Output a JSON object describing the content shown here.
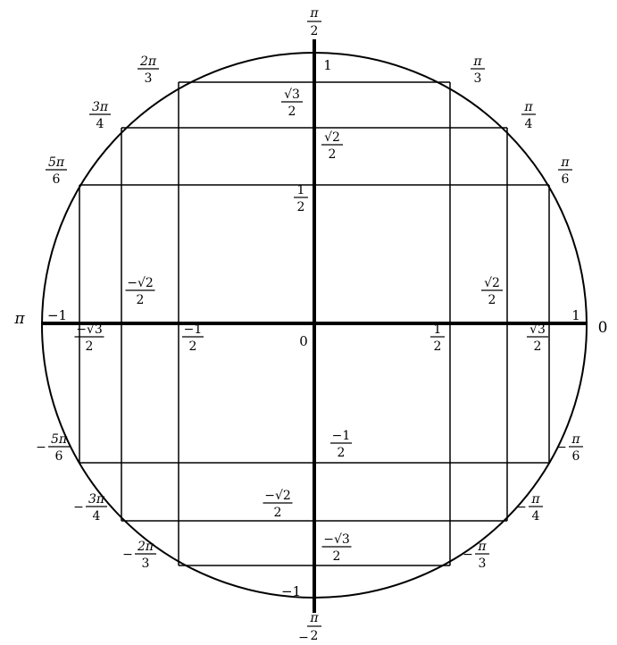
{
  "axis": {
    "top": "π/2",
    "bottom": "−π/2",
    "left": "π",
    "right": "0",
    "x_neg_one": "−1",
    "x_pos_one": "1",
    "y_pos_one": "1",
    "y_neg_one": "−1",
    "origin": "0"
  },
  "angles": [
    {
      "id": "pi-3",
      "num": "π",
      "den": "3",
      "neg": ""
    },
    {
      "id": "pi-4",
      "num": "π",
      "den": "4",
      "neg": ""
    },
    {
      "id": "pi-6",
      "num": "π",
      "den": "6",
      "neg": ""
    },
    {
      "id": "2pi-3",
      "num": "2π",
      "den": "3",
      "neg": ""
    },
    {
      "id": "3pi-4",
      "num": "3π",
      "den": "4",
      "neg": ""
    },
    {
      "id": "5pi-6",
      "num": "5π",
      "den": "6",
      "neg": ""
    },
    {
      "id": "-pi-6",
      "num": "π",
      "den": "6",
      "neg": "−"
    },
    {
      "id": "-pi-4",
      "num": "π",
      "den": "4",
      "neg": "−"
    },
    {
      "id": "-pi-3",
      "num": "π",
      "den": "3",
      "neg": "−"
    },
    {
      "id": "-5pi-6",
      "num": "5π",
      "den": "6",
      "neg": "−"
    },
    {
      "id": "-3pi-4",
      "num": "3π",
      "den": "4",
      "neg": "−"
    },
    {
      "id": "-2pi-3",
      "num": "2π",
      "den": "3",
      "neg": "−"
    }
  ],
  "values": [
    {
      "id": "y-sqrt3-2",
      "num": "√3",
      "den": "2"
    },
    {
      "id": "y-sqrt2-2",
      "num": "√2",
      "den": "2"
    },
    {
      "id": "y-1-2",
      "num": "1",
      "den": "2"
    },
    {
      "id": "y-neg1-2",
      "num": "−1",
      "den": "2"
    },
    {
      "id": "y-negs2-2",
      "num": "−√2",
      "den": "2"
    },
    {
      "id": "y-negs3-2",
      "num": "−√3",
      "den": "2"
    },
    {
      "id": "x-1-2",
      "num": "1",
      "den": "2"
    },
    {
      "id": "x-sqrt2-2",
      "num": "√2",
      "den": "2"
    },
    {
      "id": "x-sqrt3-2",
      "num": "√3",
      "den": "2"
    },
    {
      "id": "x-neg1-2",
      "num": "−1",
      "den": "2"
    },
    {
      "id": "x-negs2-2",
      "num": "−√2",
      "den": "2"
    },
    {
      "id": "x-negs3-2",
      "num": "−√3",
      "den": "2"
    }
  ]
}
